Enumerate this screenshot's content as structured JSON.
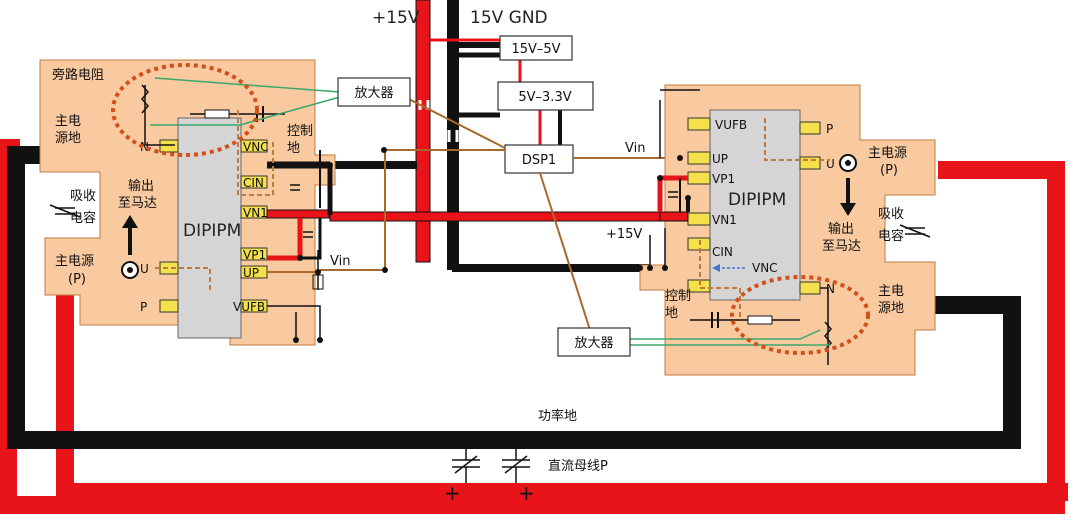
{
  "colors": {
    "power_red": "#e8141a",
    "ground_black": "#111111",
    "region_fill": "#f9c9a0",
    "region_stroke": "#c07a40",
    "ipm_fill": "#d5d5d5",
    "pin_fill": "#f4e04a",
    "signal_brown": "#a8682a",
    "signal_green": "#3aa86a",
    "loop_dotted": "#d2501a",
    "arrow_blue": "#3f78c8"
  },
  "supply": {
    "plus15v": "+15V",
    "gnd15v": "15V GND",
    "reg1": "15V–5V",
    "reg2": "5V–3.3V",
    "dsp": "DSP1"
  },
  "left_module": {
    "ipm": "DIPIPM",
    "bypass_resistor": "旁路电阻",
    "main_ground": [
      "主电",
      "源地"
    ],
    "control_ground": [
      "控制",
      "地"
    ],
    "absorb_cap": [
      "吸收",
      "电容"
    ],
    "output": [
      "输出",
      "至马达"
    ],
    "main_supply": [
      "主电源",
      "(P)"
    ],
    "amplifier": "放大器",
    "vin": "Vin",
    "pins": {
      "n": "N",
      "vnc": "VNC",
      "cin": "CIN",
      "vn1": "VN1",
      "vp1": "VP1",
      "up": "UP",
      "u": "U",
      "p": "P",
      "vufb": "VUFB"
    }
  },
  "right_module": {
    "ipm": "DIPIPM",
    "main_supply": [
      "主电源",
      "(P)"
    ],
    "main_ground": [
      "主电",
      "源地"
    ],
    "control_ground": [
      "控制",
      "地"
    ],
    "absorb_cap": [
      "吸收",
      "电容"
    ],
    "output": [
      "输出",
      "至马达"
    ],
    "amplifier": "放大器",
    "vin": "Vin",
    "plus15v": "+15V",
    "pins": {
      "vufb": "VUFB",
      "up": "UP",
      "vp1": "VP1",
      "vn1": "VN1",
      "cin": "CIN",
      "vnc": "VNC",
      "p": "P",
      "u": "U",
      "n": "N"
    }
  },
  "bus": {
    "power_ground": "功率地",
    "dc_bus": "直流母线P",
    "cap_plus": "+"
  }
}
